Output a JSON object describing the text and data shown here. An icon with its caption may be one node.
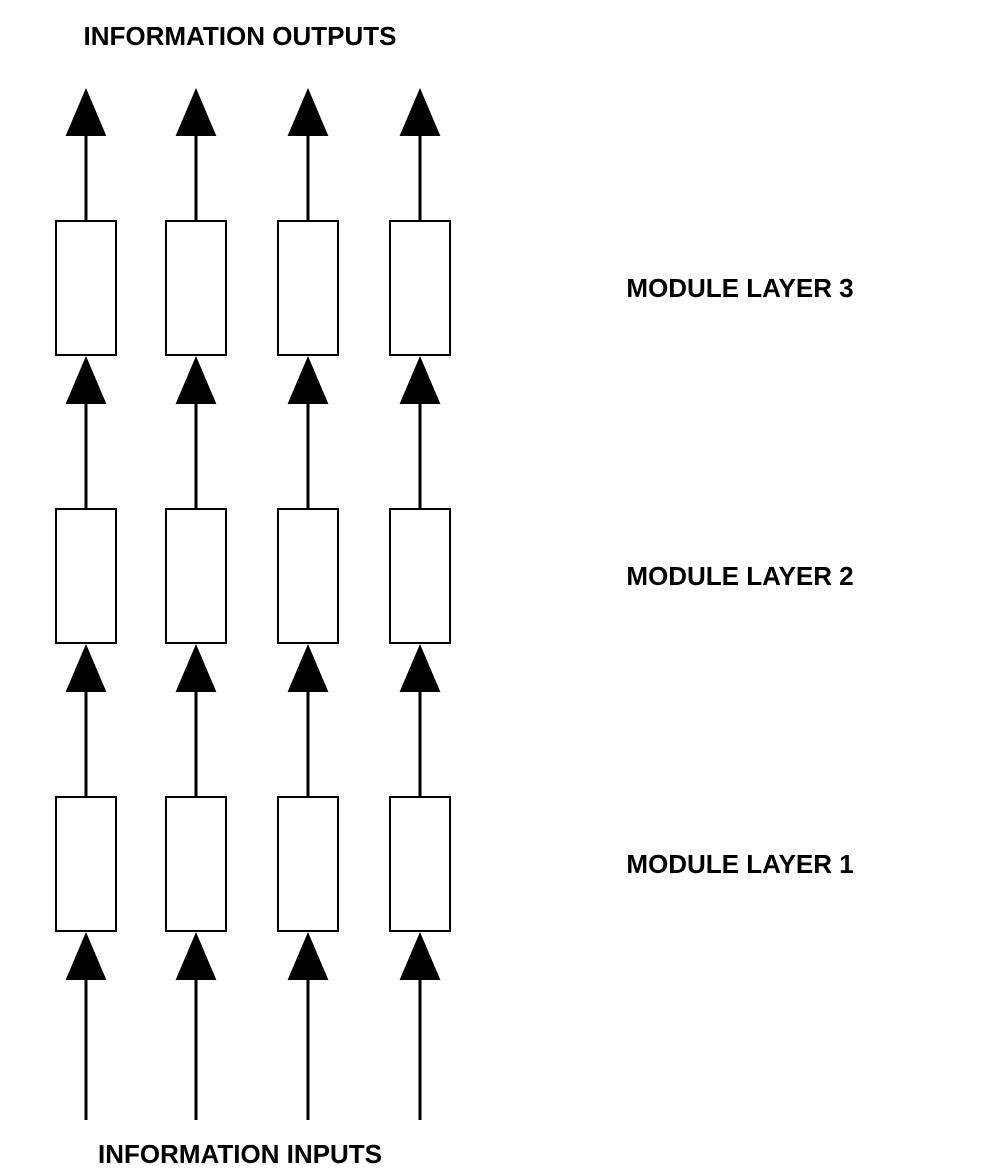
{
  "diagram": {
    "nodes": [
      {
        "text": [],
        "shape": "box"
      },
      {
        "text": [],
        "shape": "box"
      },
      {
        "text": [],
        "shape": "box"
      },
      {
        "text": [],
        "shape": "box"
      },
      {
        "text": [],
        "shape": "box"
      },
      {
        "text": [],
        "shape": "box"
      },
      {
        "text": [],
        "shape": "box"
      },
      {
        "text": [],
        "shape": "box"
      },
      {
        "text": [],
        "shape": "box"
      },
      {
        "text": [],
        "shape": "box"
      },
      {
        "text": [],
        "shape": "box"
      },
      {
        "text": [],
        "shape": "box"
      }
    ],
    "edges": [
      {
        "from": null,
        "to": 8,
        "arrow": "to"
      },
      {
        "from": null,
        "to": 9,
        "arrow": "to"
      },
      {
        "from": null,
        "to": 10,
        "arrow": "to"
      },
      {
        "from": null,
        "to": 11,
        "arrow": "to"
      },
      {
        "from": 8,
        "to": 4,
        "arrow": "to"
      },
      {
        "from": 9,
        "to": 5,
        "arrow": "to"
      },
      {
        "from": 10,
        "to": 6,
        "arrow": "to"
      },
      {
        "from": 11,
        "to": 7,
        "arrow": "to"
      },
      {
        "from": 4,
        "to": 0,
        "arrow": "to"
      },
      {
        "from": 5,
        "to": 1,
        "arrow": "to"
      },
      {
        "from": 6,
        "to": 2,
        "arrow": "to"
      },
      {
        "from": 7,
        "to": 3,
        "arrow": "to"
      },
      {
        "from": 0,
        "to": null,
        "arrow": "to"
      },
      {
        "from": 1,
        "to": null,
        "arrow": "to"
      },
      {
        "from": 2,
        "to": null,
        "arrow": "to"
      },
      {
        "from": 3,
        "to": null,
        "arrow": "to"
      }
    ],
    "labels": [
      "INFORMATION OUTPUTS",
      "MODULE LAYER 3",
      "MODULE LAYER 2",
      "MODULE LAYER 1",
      "INFORMATION INPUTS"
    ]
  }
}
